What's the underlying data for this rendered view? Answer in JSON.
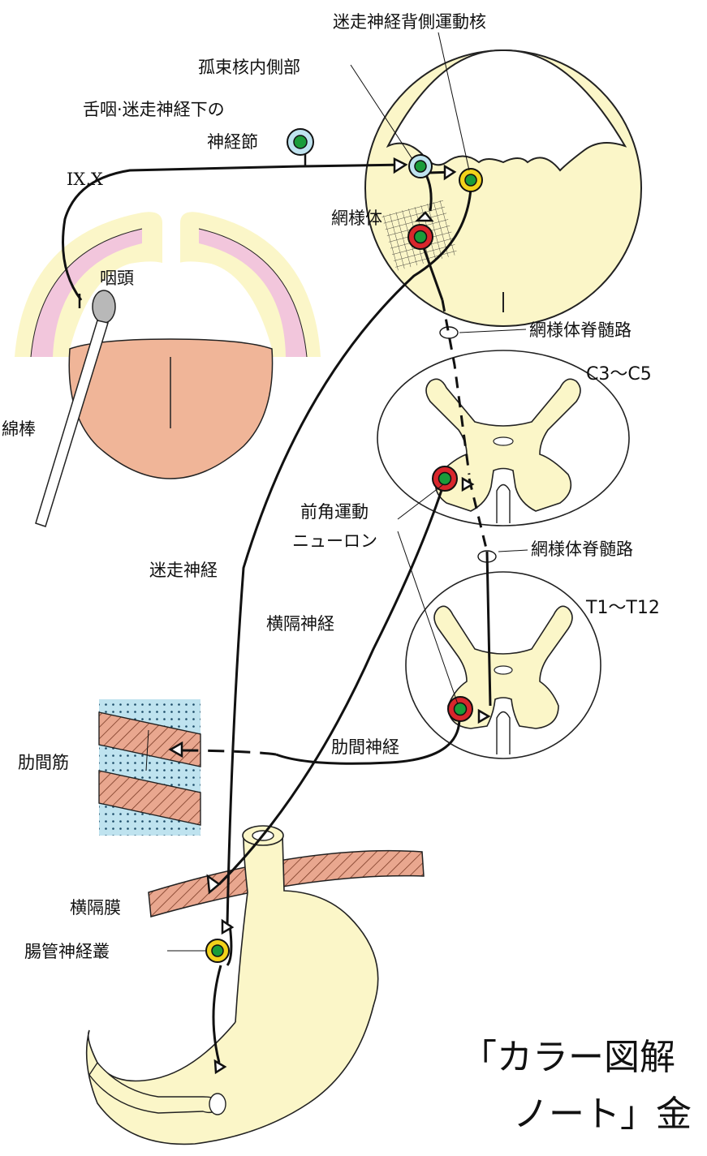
{
  "labels": {
    "dorsal_motor_nucleus": "迷走神経背側運動核",
    "solitary_medial": "孤束核内側部",
    "ganglion_line1": "舌咽·迷走神経下の",
    "ganglion_line2": "神経節",
    "cranial_nerves": "IX,X",
    "reticular_formation": "網様体",
    "pharynx": "咽頭",
    "swab": "綿棒",
    "reticulospinal_tract_1": "網様体脊髄路",
    "segment_cervical": "C3〜C5",
    "anterior_horn_line1": "前角運動",
    "anterior_horn_line2": "ニューロン",
    "reticulospinal_tract_2": "網様体脊髄路",
    "vagus_nerve": "迷走神経",
    "phrenic_nerve": "横隔神経",
    "segment_thoracic": "T1〜T12",
    "intercostal_muscle": "肋間筋",
    "intercostal_nerve": "肋間神経",
    "diaphragm": "横隔膜",
    "enteric_plexus": "腸管神経叢",
    "source_line1": "「カラー図解",
    "source_line2": "ノート」金"
  },
  "colors": {
    "tissue_cream": "#fbf6c8",
    "pink": "#f2c6dc",
    "tongue": "#f0b598",
    "nucleus_green": "#1a9c3a",
    "ring_red": "#d8262c",
    "ring_yellow": "#f2d21a",
    "ring_blue": "#bfe3ef",
    "muscle_blue": "#bfe3ef",
    "muscle_hatch": "#e9a78f"
  }
}
